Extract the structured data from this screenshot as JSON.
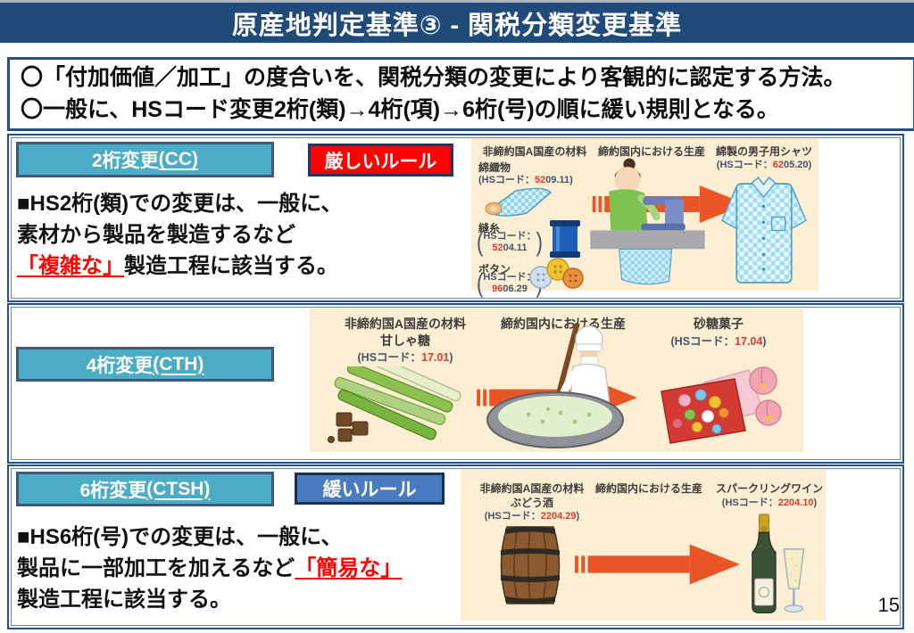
{
  "title": "原産地判定基準③ ‐ 関税分類変更基準",
  "page_number": "15",
  "intro": {
    "line1": "〇「付加価値／加工」の度合いを、関税分類の変更により客観的に認定する方法。",
    "line2": "〇一般に、HSコード変更2桁(類)→4桁(項)→6桁(号)の順に緩い規則となる。"
  },
  "colors": {
    "navy": "#1f4a7a",
    "teal": "#4bacc6",
    "rule_red": "#ff0000",
    "rule_blue": "#4a7abf",
    "panel_beige": "#fbeed3",
    "arrow_orange": "#e95526",
    "hs_code_red": "#e03c31"
  },
  "sections": [
    {
      "label_main": "2桁変更",
      "label_code": "(CC)",
      "rule_label": "厳しいルール",
      "body": {
        "l1": "■HS2桁(類)での変更は、一般に、",
        "l2": "素材から製品を製造するなど",
        "l3_red": "「複雑な」",
        "l3_rest": "製造工程に該当する。"
      },
      "panel": {
        "col1_header": "非締約国A国産の材料",
        "col2_header": "締約国内における生産",
        "col3_header": "綿製の男子用シャツ",
        "col3_hs_pre": "(HSコード：",
        "col3_hs_red": "62",
        "col3_hs_post": "05.20)",
        "materials": [
          {
            "name": "綿織物",
            "hs_pre": "(HSコード：",
            "hs_red": "52",
            "hs_post": "09.11)"
          },
          {
            "name": "縫糸",
            "hs_line1": "HSコード：",
            "hs_red": "52",
            "hs_post": "04.11"
          },
          {
            "name": "ボタン",
            "hs_line1": "HSコード：",
            "hs_red": "96",
            "hs_post": "06.29"
          }
        ]
      }
    },
    {
      "label_main": "4桁変更",
      "label_code": "(CTH)",
      "panel": {
        "col1_header": "非締約国A国産の材料",
        "col1_sub": "甘しゃ糖",
        "col1_hs_pre": "(HSコード：",
        "col1_hs_red": "17.01",
        "col1_hs_post": ")",
        "col2_header": "締約国内における生産",
        "col3_header": "砂糖菓子",
        "col3_hs_pre": "(HSコード：",
        "col3_hs_red": "17.04",
        "col3_hs_post": ")"
      }
    },
    {
      "label_main": "6桁変更",
      "label_code": "(CTSH)",
      "rule_label": "緩いルール",
      "body": {
        "l1": "■HS6桁(号)での変更は、一般に、",
        "l2": "製品に一部加工を加えるなど",
        "l2_red": "「簡易な」",
        "l3": "製造工程に該当する。"
      },
      "panel": {
        "col1_header": "非締約国A国産の材料",
        "col1_sub": "ぶどう酒",
        "col1_hs_pre": "(HSコード：",
        "col1_hs_red": "2204.29",
        "col1_hs_post": ")",
        "col2_header": "締約国内における生産",
        "col3_header": "スパークリングワイン",
        "col3_hs_pre": "(HSコード：",
        "col3_hs_red": "2204.10",
        "col3_hs_post": ")"
      }
    }
  ]
}
